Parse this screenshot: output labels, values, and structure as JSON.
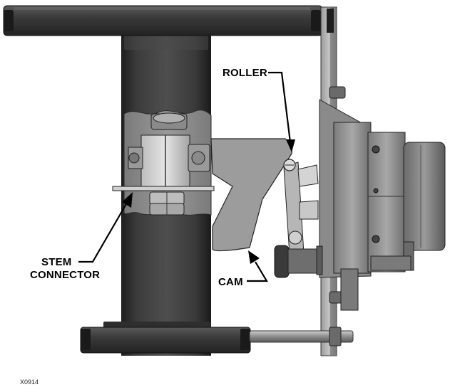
{
  "callouts": {
    "roller": "ROLLER",
    "stem_line1": "STEM",
    "stem_line2": "CONNECTOR",
    "cam": "CAM"
  },
  "figure_id": "X0914",
  "colors": {
    "body_dark": "#3a3a3a",
    "metal_mid": "#8a8a8a",
    "plate_light": "#b8b8b8",
    "background": "#ffffff"
  }
}
